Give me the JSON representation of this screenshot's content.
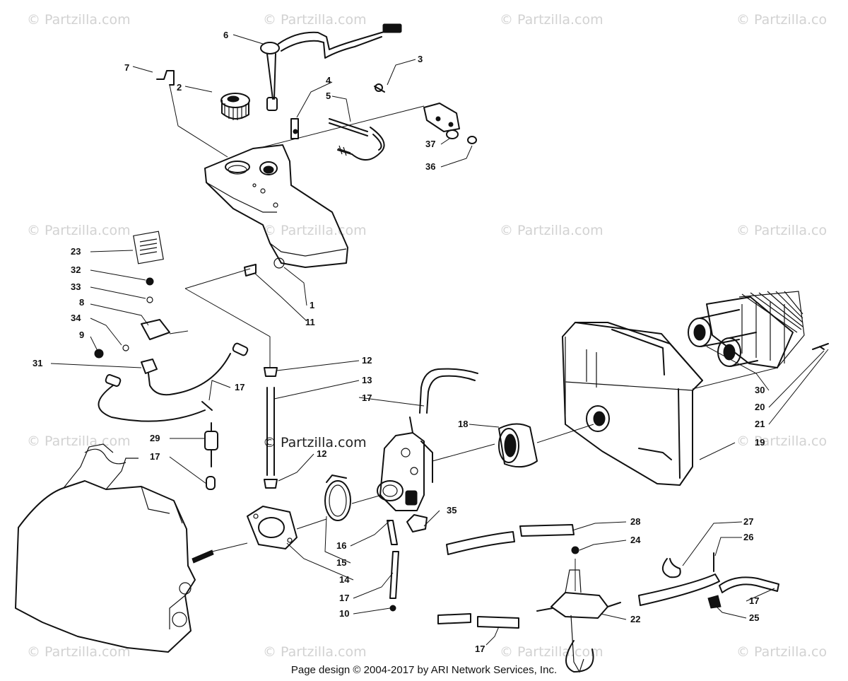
{
  "watermarks": [
    {
      "id": "wm-1",
      "text": "© Partzilla.com"
    },
    {
      "id": "wm-2",
      "text": "© Partzilla.com"
    },
    {
      "id": "wm-3",
      "text": "© Partzilla.com"
    },
    {
      "id": "wm-4",
      "text": "© Partzilla.co"
    },
    {
      "id": "wm-5",
      "text": "© Partzilla.com"
    },
    {
      "id": "wm-6",
      "text": "© Partzilla.com"
    },
    {
      "id": "wm-7",
      "text": "© Partzilla.com"
    },
    {
      "id": "wm-8",
      "text": "© Partzilla.co"
    },
    {
      "id": "wm-9",
      "text": "© Partzilla.com"
    },
    {
      "id": "wm-10",
      "text": "© Partzilla.co"
    },
    {
      "id": "wm-11",
      "text": "© Partzilla.com"
    },
    {
      "id": "wm-12",
      "text": "© Partzilla.com"
    },
    {
      "id": "wm-13",
      "text": "© Partzilla.com"
    },
    {
      "id": "wm-14",
      "text": "© Partzilla.co"
    }
  ],
  "center_watermark": "© Partzilla.com",
  "callouts": [
    {
      "id": "c6",
      "num": "6"
    },
    {
      "id": "c3",
      "num": "3"
    },
    {
      "id": "c7",
      "num": "7"
    },
    {
      "id": "c2",
      "num": "2"
    },
    {
      "id": "c4",
      "num": "4"
    },
    {
      "id": "c5",
      "num": "5"
    },
    {
      "id": "c37",
      "num": "37"
    },
    {
      "id": "c36",
      "num": "36"
    },
    {
      "id": "c23",
      "num": "23"
    },
    {
      "id": "c32",
      "num": "32"
    },
    {
      "id": "c33",
      "num": "33"
    },
    {
      "id": "c8",
      "num": "8"
    },
    {
      "id": "c34",
      "num": "34"
    },
    {
      "id": "c9",
      "num": "9"
    },
    {
      "id": "c31",
      "num": "31"
    },
    {
      "id": "c1",
      "num": "1"
    },
    {
      "id": "c11",
      "num": "11"
    },
    {
      "id": "c12a",
      "num": "12"
    },
    {
      "id": "c13",
      "num": "13"
    },
    {
      "id": "c17a",
      "num": "17"
    },
    {
      "id": "c17b",
      "num": "17"
    },
    {
      "id": "c29",
      "num": "29"
    },
    {
      "id": "c17c",
      "num": "17"
    },
    {
      "id": "c12b",
      "num": "12"
    },
    {
      "id": "c18",
      "num": "18"
    },
    {
      "id": "c30",
      "num": "30"
    },
    {
      "id": "c20",
      "num": "20"
    },
    {
      "id": "c21",
      "num": "21"
    },
    {
      "id": "c19",
      "num": "19"
    },
    {
      "id": "c35",
      "num": "35"
    },
    {
      "id": "c16",
      "num": "16"
    },
    {
      "id": "c15",
      "num": "15"
    },
    {
      "id": "c14",
      "num": "14"
    },
    {
      "id": "c17d",
      "num": "17"
    },
    {
      "id": "c10",
      "num": "10"
    },
    {
      "id": "c28",
      "num": "28"
    },
    {
      "id": "c24",
      "num": "24"
    },
    {
      "id": "c27",
      "num": "27"
    },
    {
      "id": "c26",
      "num": "26"
    },
    {
      "id": "c17e",
      "num": "17"
    },
    {
      "id": "c25",
      "num": "25"
    },
    {
      "id": "c22",
      "num": "22"
    },
    {
      "id": "c17f",
      "num": "17"
    }
  ],
  "footer": "Page design © 2004-2017 by ARI Network Services, Inc."
}
